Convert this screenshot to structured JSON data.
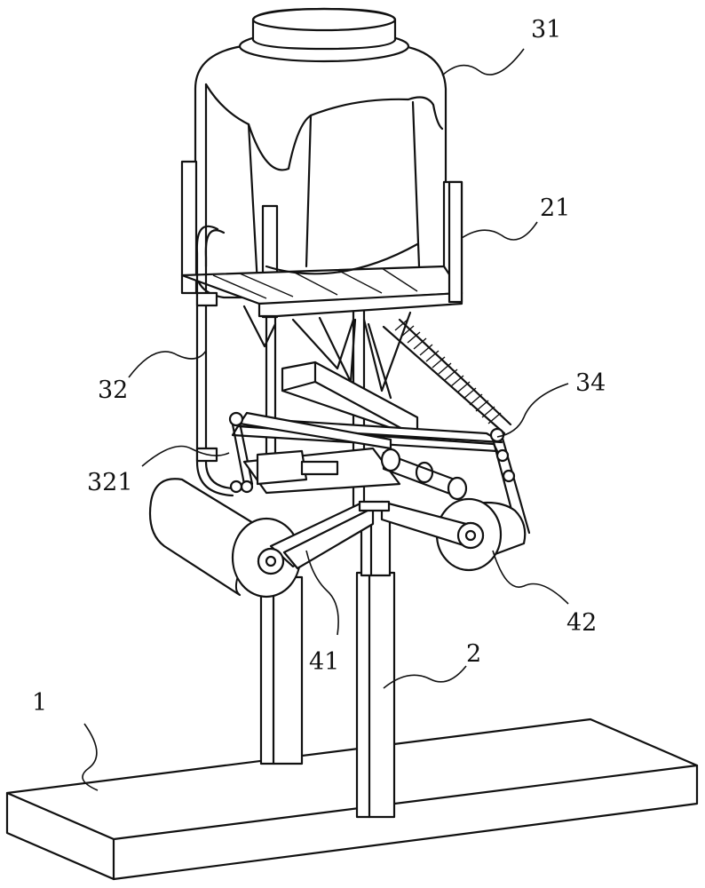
{
  "labels": {
    "base_plate": "1",
    "column": "2",
    "support_frame": "21",
    "tank": "31",
    "pipe": "32",
    "pipe_joint": "321",
    "spring": "34",
    "left_roller": "41",
    "right_roller": "42"
  },
  "colors": {
    "line": "#111111",
    "background": "#ffffff"
  }
}
